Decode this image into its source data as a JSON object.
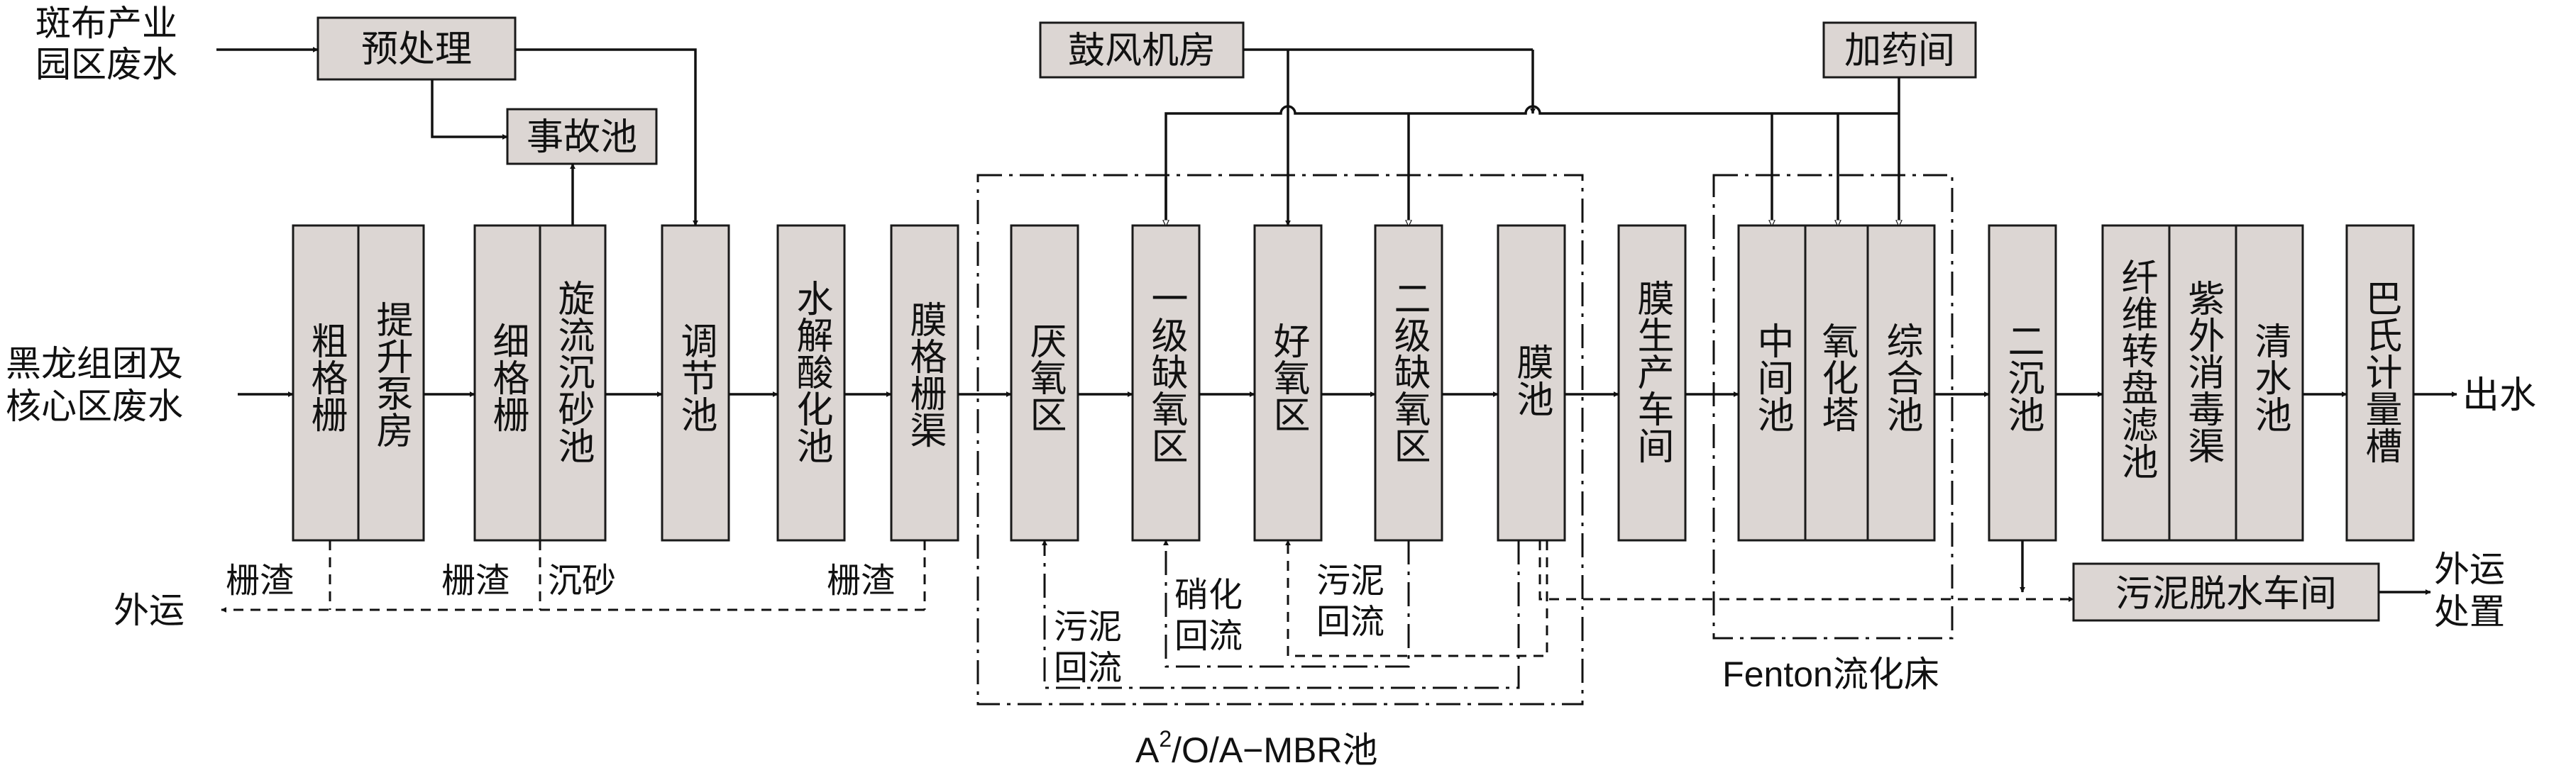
{
  "sources": {
    "banbu": [
      "斑布产业",
      "园区废水"
    ],
    "heilong": [
      "黑龙组团及",
      "核心区废水"
    ]
  },
  "top_boxes": {
    "pretreat": "预处理",
    "accident": "事故池",
    "blower": "鼓风机房",
    "dosing": "加药间"
  },
  "units": {
    "coarse_screen": "粗格栅",
    "lift_pump": "提升泵房",
    "fine_screen": "细格栅",
    "grit_chamber": "旋流沉砂池",
    "equalization": "调节池",
    "hydrolysis": "水解酸化池",
    "membrane_screen": "膜格栅渠",
    "anaerobic": "厌氧区",
    "anoxic1": "一级缺氧区",
    "aerobic": "好氧区",
    "anoxic2": "二级缺氧区",
    "membrane_tank": "膜池",
    "membrane_workshop": "膜生产车间",
    "intermediate": "中间池",
    "oxidation_tower": "氧化塔",
    "integrated": "综合池",
    "secondary_clarifier": "二沉池",
    "disc_filter": "纤维转盘滤池",
    "uv": "紫外消毒渠",
    "clear_water": "清水池",
    "parshall": "巴氏计量槽"
  },
  "sludge_dewatering": "污泥脱水车间",
  "outputs": {
    "effluent": "出水",
    "sludge_disposal": [
      "外运",
      "处置"
    ],
    "haul": "外运"
  },
  "residue_labels": {
    "screenings1": "栅渣",
    "screenings2": "栅渣",
    "grit": "沉砂",
    "screenings3": "栅渣"
  },
  "recycle_labels": {
    "sludge_return1": [
      "污泥",
      "回流"
    ],
    "nitrate_return": [
      "硝化",
      "回流"
    ],
    "sludge_return2": [
      "污泥",
      "回流"
    ]
  },
  "group_labels": {
    "mbr_main": "A",
    "mbr_sup": "2",
    "mbr_rest": "/O/A−MBR池",
    "fenton": "Fenton流化床"
  }
}
